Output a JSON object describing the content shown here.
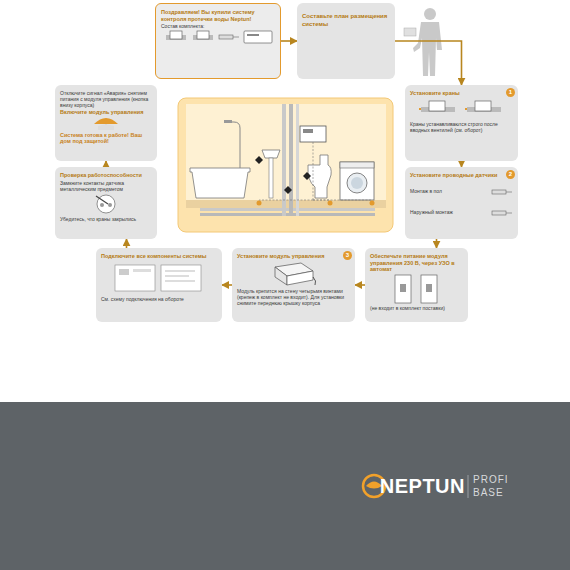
{
  "diagram": {
    "nodes": [
      {
        "text": [
          "Поздравляем! Вы купили систему контроля протечки воды Neptun!",
          "Состав комплекта:"
        ]
      },
      {
        "text": [
          "Составьте план размещения системы"
        ]
      },
      {
        "text": [
          "Установите краны",
          "Краны устанавливаются строго после вводных вентилей (см. оборот)"
        ]
      },
      {
        "text": [
          "Установите проводные датчики",
          "Монтаж в пол",
          "Наружный монтаж"
        ]
      },
      {
        "text": [
          "Обеспечьте питание модуля управления 230 В, через УЗО в автомат",
          "(не входит в комплект поставки)"
        ]
      },
      {
        "text": [
          "Установите модуль управления",
          "Модуль крепится на стену четырьмя винтами (крепеж в комплект не входит). Для установки снимите переднюю крышку корпуса"
        ]
      },
      {
        "text": [
          "Подключите все компоненты системы",
          "См. схему подключения на обороте"
        ]
      },
      {
        "text": [
          "Проверка работоспособности",
          "Замкните контакты датчика металлическим предметом",
          "Убедитесь, что краны закрылись"
        ]
      },
      {
        "text": [
          "Отключите сигнал «Авария» снятием питания с модуля управления (кнопка внизу корпуса)",
          "Включите модуль управления",
          "Система готова к работе! Ваш дом под защитой!"
        ]
      }
    ],
    "edges": [
      {
        "from": 0,
        "to": 1,
        "arrow": "to"
      },
      {
        "from": 1,
        "to": 2,
        "arrow": "to"
      },
      {
        "from": 2,
        "to": 3,
        "arrow": "to"
      },
      {
        "from": 3,
        "to": 4,
        "arrow": "to"
      },
      {
        "from": 4,
        "to": 5,
        "arrow": "to"
      },
      {
        "from": 5,
        "to": 6,
        "arrow": "to"
      },
      {
        "from": 6,
        "to": 7,
        "arrow": "to"
      },
      {
        "from": 7,
        "to": 8,
        "arrow": "to"
      }
    ],
    "labels": [
      "1",
      "2",
      "3",
      "NEPTUN",
      "PROFI",
      "BASE"
    ]
  }
}
